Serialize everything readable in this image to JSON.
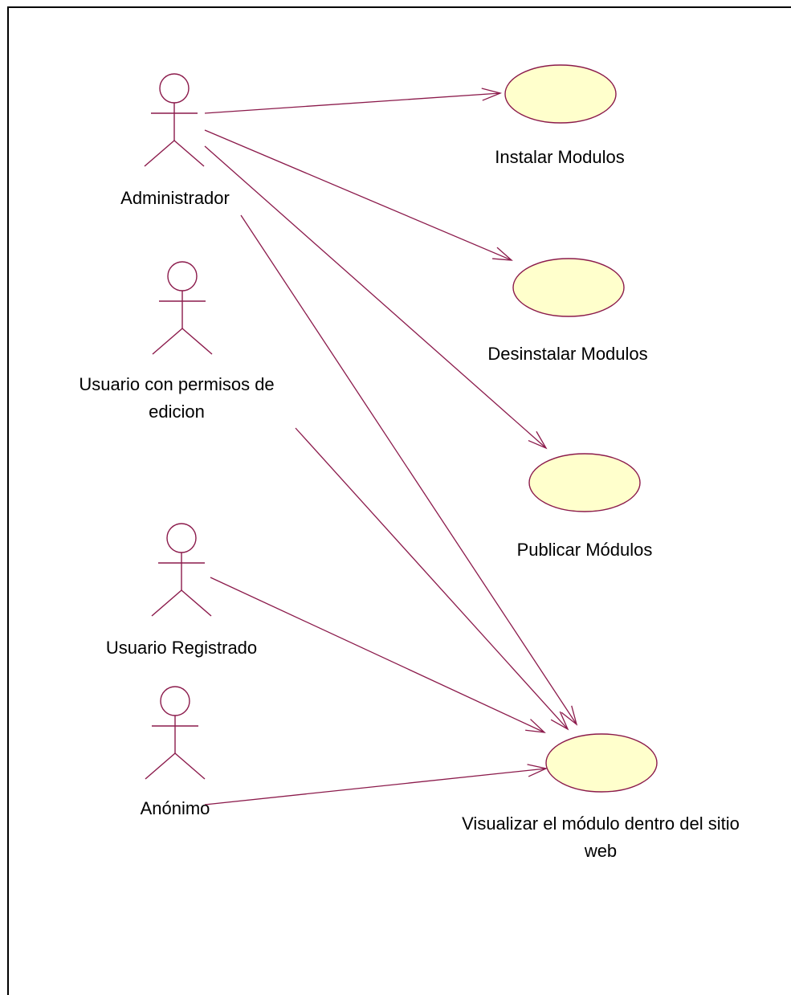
{
  "diagram": {
    "type": "uml-use-case",
    "colors": {
      "line": "#8b1a4b",
      "usecase_fill": "#ffffcc",
      "frame": "#000000",
      "text": "#000000"
    },
    "actors": [
      {
        "id": "admin",
        "label": [
          "Administrador"
        ]
      },
      {
        "id": "editor",
        "label": [
          "Usuario con permisos de",
          "edicion"
        ]
      },
      {
        "id": "registered",
        "label": [
          "Usuario Registrado"
        ]
      },
      {
        "id": "anonymous",
        "label": [
          "Anónimo"
        ]
      }
    ],
    "use_cases": [
      {
        "id": "install",
        "label": [
          "Instalar Modulos"
        ]
      },
      {
        "id": "uninstall",
        "label": [
          "Desinstalar Modulos"
        ]
      },
      {
        "id": "publish",
        "label": [
          "Publicar Módulos"
        ]
      },
      {
        "id": "view",
        "label": [
          "Visualizar el módulo dentro del sitio",
          "web"
        ]
      }
    ],
    "associations": [
      {
        "from": "admin",
        "to": "install"
      },
      {
        "from": "admin",
        "to": "uninstall"
      },
      {
        "from": "admin",
        "to": "publish"
      },
      {
        "from": "admin",
        "to": "view"
      },
      {
        "from": "editor",
        "to": "view"
      },
      {
        "from": "registered",
        "to": "view"
      },
      {
        "from": "anonymous",
        "to": "view"
      }
    ]
  }
}
